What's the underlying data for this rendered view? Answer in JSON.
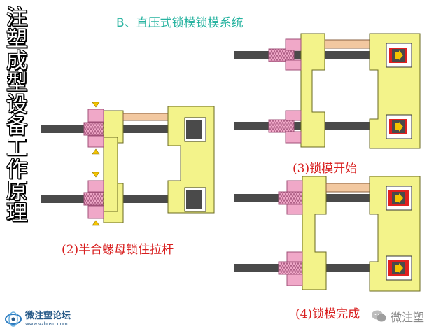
{
  "vertical_title": "注塑成型设备工作原理",
  "section_title": "B、直压式锁模锁模系统",
  "captions": {
    "step2": "(2)半合螺母锁住拉杆",
    "step3": "(3)锁模开始",
    "step4": "(4)锁模完成"
  },
  "watermark_left": {
    "name": "微注塑论坛",
    "url": "www.vzhusu.com",
    "icon": "forum-logo-icon"
  },
  "watermark_right": {
    "name": "微注塑",
    "icon": "wechat-icon"
  },
  "colors": {
    "platen": "#f3f38a",
    "platen_stroke": "#6a6a20",
    "tie_bar": "#4a4a4a",
    "half_nut": "#f0a8c8",
    "half_nut_stroke": "#a05078",
    "cylinder": "#f2c8a0",
    "arrow": "#f5c400",
    "piston_red": "#e02020",
    "title_teal": "#27b3a0",
    "caption_red": "#d81e1e"
  }
}
